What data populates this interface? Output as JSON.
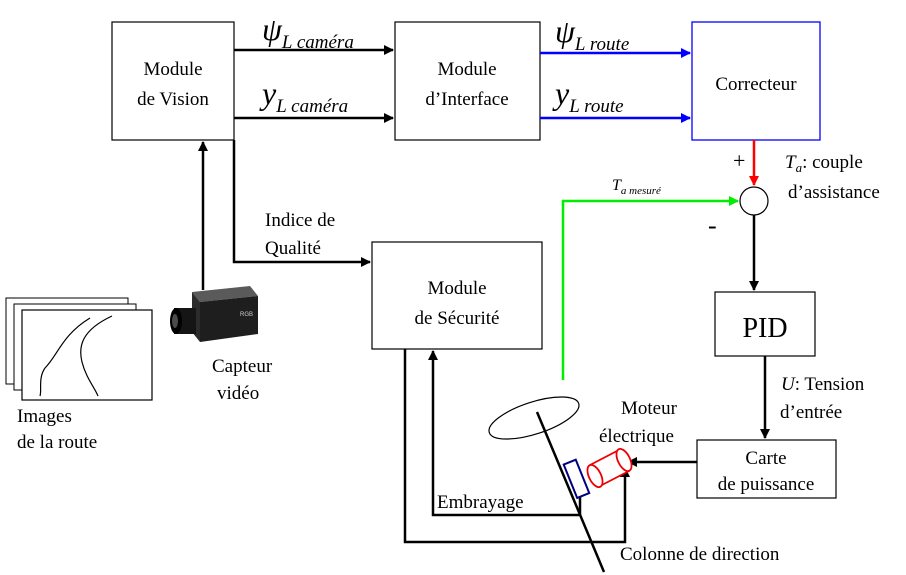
{
  "blocks": {
    "vision": [
      "Module",
      "de Vision"
    ],
    "interface": [
      "Module",
      "d’Interface"
    ],
    "correcteur": "Correcteur",
    "securite": [
      "Module",
      "de Sécurité"
    ],
    "pid": "PID",
    "carte": [
      "Carte",
      "de puissance"
    ]
  },
  "signals": {
    "psi_cam_symbol": "ψ",
    "psi_cam_sub": "L caméra",
    "y_cam_symbol": "y",
    "y_cam_sub": "L caméra",
    "psi_route_symbol": "ψ",
    "psi_route_sub": "L route",
    "y_route_symbol": "y",
    "y_route_sub": "L route",
    "ta_mesure_symbol": "T",
    "ta_mesure_sub": "a mesuré",
    "plus": "+",
    "minus": "-",
    "ta_symbol": "T",
    "ta_sub": "a",
    "ta_text_1": ": couple",
    "ta_text_2": "d’assistance",
    "u_symbol": "U",
    "u_text_1": ": Tension",
    "u_text_2": "d’entrée",
    "indice_1": "Indice de",
    "indice_2": "Qualité"
  },
  "labels": {
    "capteur_1": "Capteur",
    "capteur_2": "vidéo",
    "images_1": "Images",
    "images_2": "de la route",
    "moteur_1": "Moteur",
    "moteur_2": "électrique",
    "embrayage": "Embrayage",
    "colonne": "Colonne de direction",
    "camera_brand": "RGB"
  },
  "colors": {
    "black": "#000000",
    "blue": "#0000ff",
    "red": "#ff0000",
    "green": "#00ee00",
    "motor_red": "#ee0000",
    "clutch_blue": "#000080"
  }
}
